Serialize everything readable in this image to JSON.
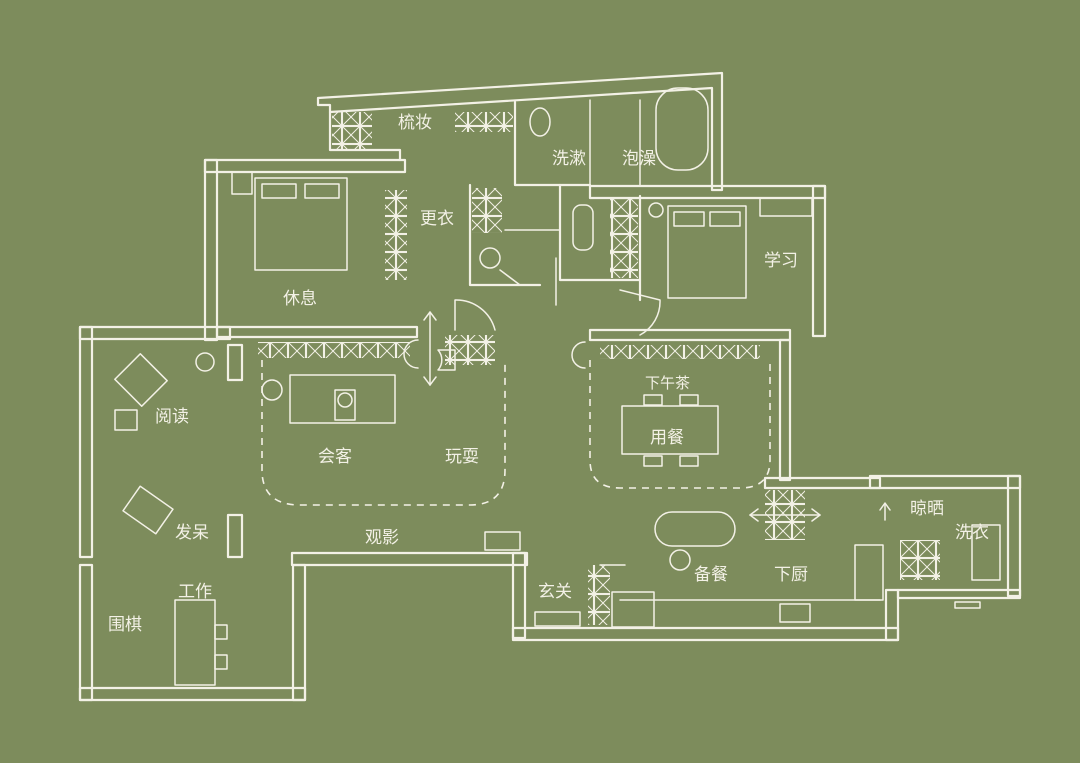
{
  "background_color": "#7d8c5c",
  "line_color": "#f3f1e6",
  "labels": {
    "dressing": "梳妆",
    "wash": "洗漱",
    "bath": "泡澡",
    "changing": "更衣",
    "rest": "休息",
    "study": "学习",
    "reading": "阅读",
    "meeting": "会客",
    "play": "玩耍",
    "afternoon_tea": "下午茶",
    "dining": "用餐",
    "daze": "发呆",
    "movie": "观影",
    "work": "工作",
    "go_chess": "围棋",
    "entrance": "玄关",
    "prep_meal": "备餐",
    "cooking": "下厨",
    "drying": "晾晒",
    "laundry": "洗衣"
  }
}
